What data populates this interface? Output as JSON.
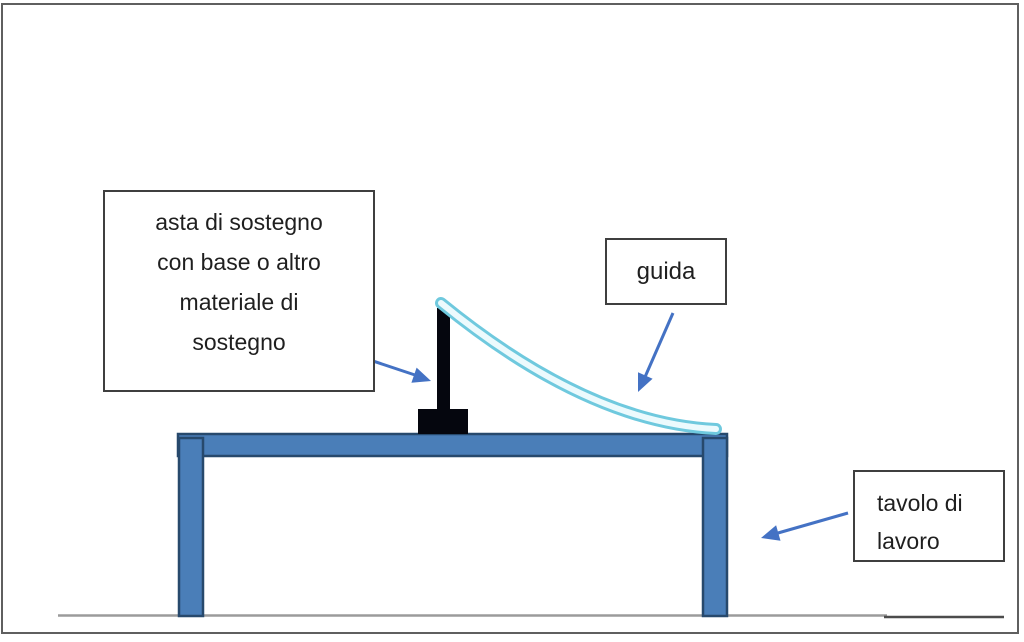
{
  "figure": {
    "labels": {
      "asta": {
        "lines": [
          "asta di sostegno",
          "con base o altro",
          "materiale di",
          "sostegno"
        ]
      },
      "guida": {
        "text": "guida"
      },
      "tavolo": {
        "lines": [
          "tavolo di",
          "lavoro"
        ]
      }
    },
    "shapes": {
      "ramp": "guide-ramp-curve",
      "rod": "support-rod",
      "base": "support-base-block",
      "table": "work-table",
      "ground": "ground-line"
    }
  },
  "colors": {
    "frame": "#5F5F5F",
    "box_border": "#3F3F3F",
    "table_fill": "#4A7EB8",
    "table_stroke": "#27496C",
    "rod_fill": "#05060E",
    "ramp_edge": "#6FC9DE",
    "ramp_fill": "#ECFAFD",
    "arrow": "#4472C4",
    "ground_gray": "#9B9B9B",
    "ground_dark": "#4C4C4C"
  }
}
